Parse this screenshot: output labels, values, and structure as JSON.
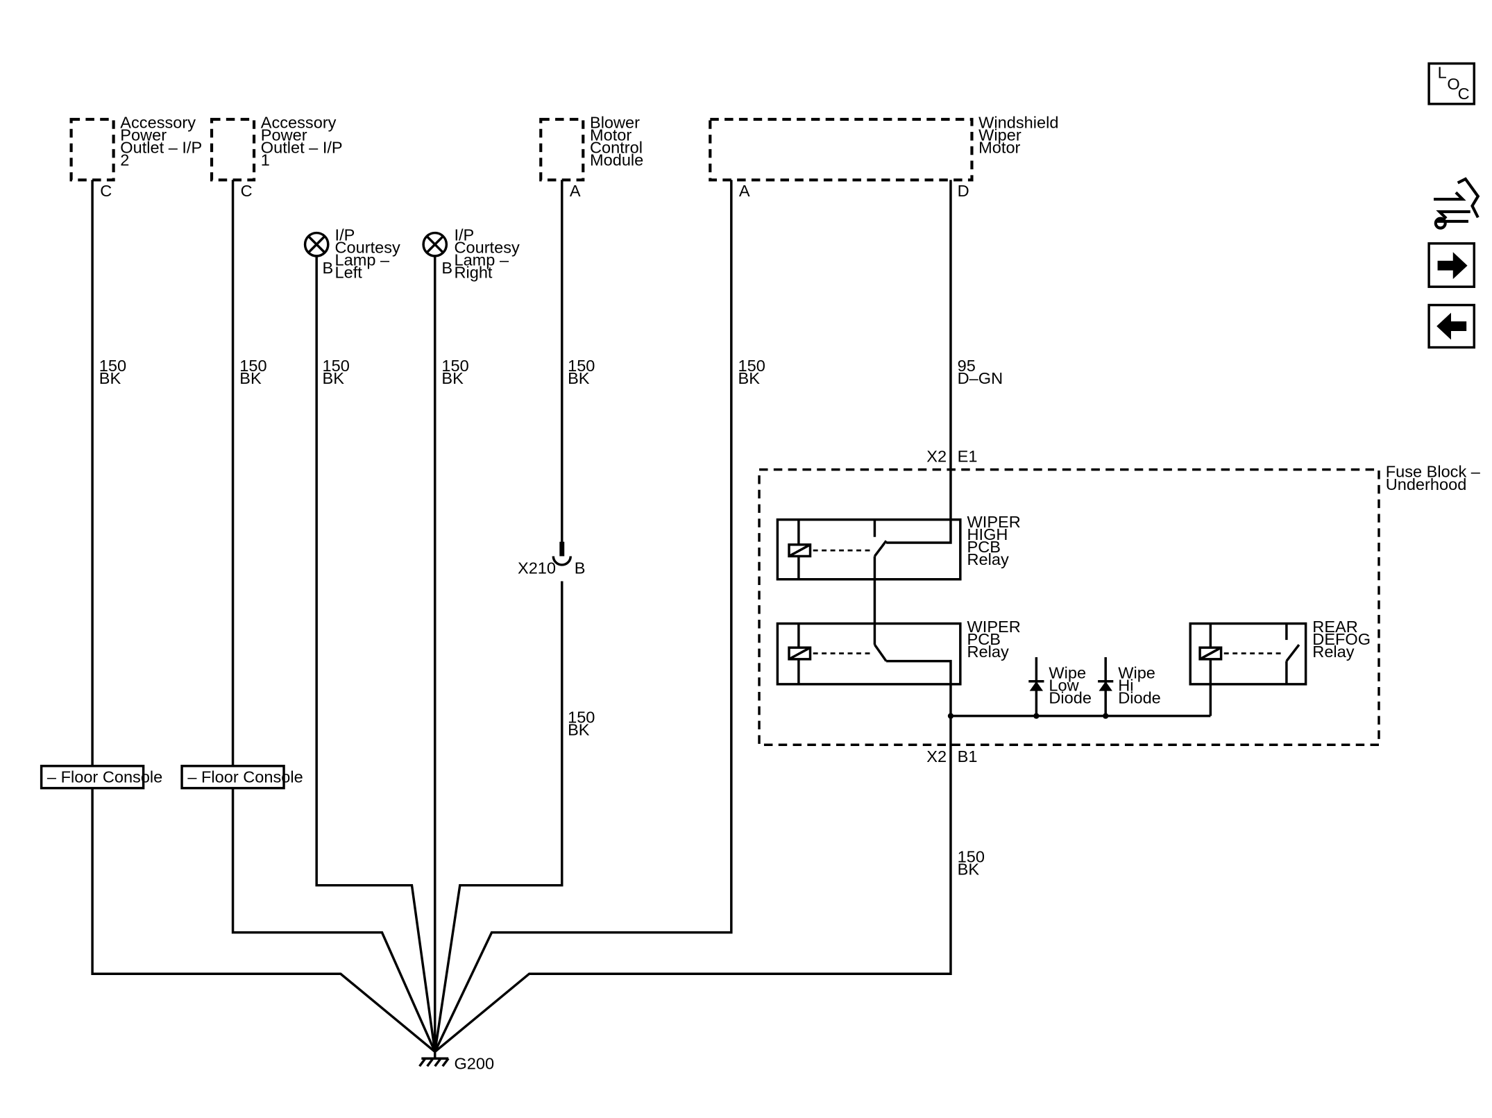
{
  "components": {
    "outlet_ip2": [
      "Accessory",
      "Power",
      "Outlet – I/P",
      "2"
    ],
    "outlet_ip1": [
      "Accessory",
      "Power",
      "Outlet – I/P",
      "1"
    ],
    "lamp_left": [
      "I/P",
      "Courtesy",
      "Lamp –",
      "Left"
    ],
    "lamp_right": [
      "I/P",
      "Courtesy",
      "Lamp –",
      "Right"
    ],
    "blower": [
      "Blower",
      "Motor",
      "Control",
      "Module"
    ],
    "wiper_motor": [
      "Windshield",
      "Wiper",
      "Motor"
    ],
    "fuse_block": [
      "Fuse Block –",
      "Underhood"
    ],
    "relay_high": [
      "WIPER",
      "HIGH",
      "PCB",
      "Relay"
    ],
    "relay_pcb": [
      "WIPER",
      "PCB",
      "Relay"
    ],
    "relay_defog": [
      "REAR",
      "DEFOG",
      "Relay"
    ],
    "diode_low": [
      "Wipe",
      "Low",
      "Diode"
    ],
    "diode_hi": [
      "Wipe",
      "Hi",
      "Diode"
    ]
  },
  "pins": {
    "outlet_ip2": "C",
    "outlet_ip1": "C",
    "lamp_left": "B",
    "lamp_right": "B",
    "blower": "A",
    "wiper_motor_a": "A",
    "wiper_motor_d": "D",
    "x210_pin": "B",
    "x2_e1": "E1",
    "x2_b1": "B1"
  },
  "connectors": {
    "x210": "X210",
    "x2": "X2"
  },
  "wires": {
    "w1": [
      "150",
      "BK"
    ],
    "w2": [
      "150",
      "BK"
    ],
    "w3": [
      "150",
      "BK"
    ],
    "w4": [
      "150",
      "BK"
    ],
    "w5": [
      "150",
      "BK"
    ],
    "w6": [
      "150",
      "BK"
    ],
    "w7": [
      "95",
      "D–GN"
    ],
    "w8": [
      "150",
      "BK"
    ],
    "w9": [
      "150",
      "BK"
    ]
  },
  "floor_console": {
    "label1": "– Floor Console",
    "label2": "– Floor Console"
  },
  "ground": "G200",
  "nav": {
    "loc_letters": [
      "L",
      "O",
      "C"
    ],
    "loc_icon": "loc-icon",
    "component_icon": "connector-component-icon",
    "next_icon": "arrow-right-icon",
    "prev_icon": "arrow-left-icon"
  }
}
